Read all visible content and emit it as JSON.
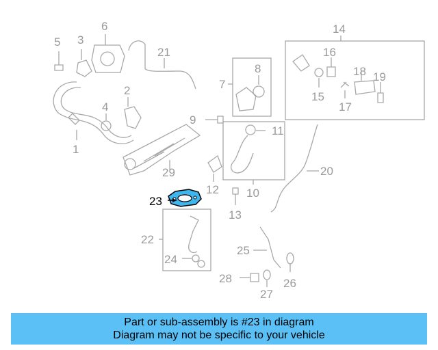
{
  "diagram": {
    "highlighted_part": "23",
    "callouts": [
      "1",
      "2",
      "3",
      "4",
      "5",
      "6",
      "7",
      "8",
      "9",
      "10",
      "11",
      "12",
      "13",
      "14",
      "15",
      "16",
      "17",
      "18",
      "19",
      "20",
      "21",
      "22",
      "23",
      "24",
      "25",
      "26",
      "27",
      "28",
      "29"
    ],
    "colors": {
      "line": "#a8a8a8",
      "text": "#9a9a9a",
      "highlight_fill": "#3fb6ee",
      "highlight_text": "#000000",
      "banner": "#5bc0f5"
    }
  },
  "banner": {
    "line1": "Part or sub-assembly is #23 in diagram",
    "line2": "Diagram may not be specific to your vehicle"
  }
}
